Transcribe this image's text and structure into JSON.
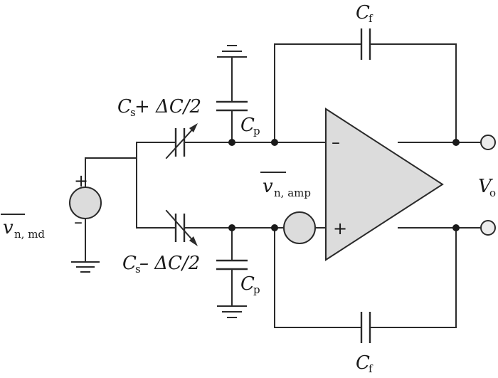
{
  "labels": {
    "cf_top_main": "C",
    "cf_top_sub": "f",
    "cs_plus_main": "C",
    "cs_plus_sub": "s",
    "cs_plus_rest": " + ΔC/2",
    "cs_minus_main": "C",
    "cs_minus_sub": "s",
    "cs_minus_rest": " – ΔC/2",
    "cp_top_main": "C",
    "cp_top_sub": "p",
    "cp_bot_main": "C",
    "cp_bot_sub": "p",
    "vn_amp_main": "v",
    "vn_amp_sub": "n, amp",
    "vn_md_main": "v",
    "vn_md_sub": "n, md",
    "vo_main": "V",
    "vo_sub": "o",
    "cf_bot_main": "C",
    "cf_bot_sub": "f"
  },
  "polarity": {
    "source_plus": "+",
    "source_minus": "–",
    "opamp_minus": "–",
    "opamp_plus": "+"
  }
}
